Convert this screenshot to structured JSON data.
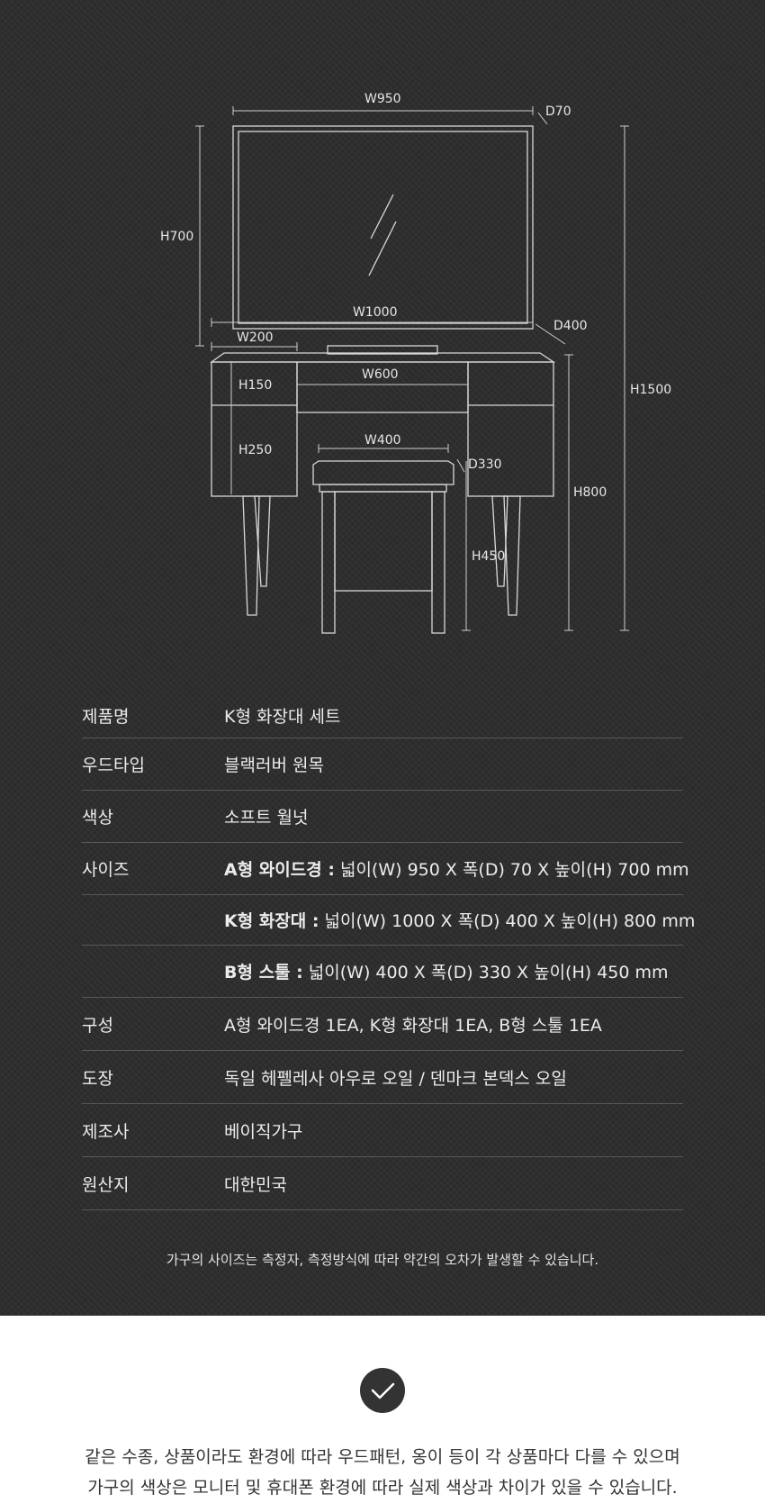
{
  "dimensions": {
    "w950": "W950",
    "d70": "D70",
    "h700": "H700",
    "h1500": "H1500",
    "w1000": "W1000",
    "d400": "D400",
    "w200": "W200",
    "w600": "W600",
    "h150": "H150",
    "h250": "H250",
    "w400": "W400",
    "d330": "D330",
    "h800": "H800",
    "h450": "H450"
  },
  "spec": {
    "rows": [
      {
        "label": "제품명",
        "value": "K형 화장대 세트"
      },
      {
        "label": "우드타입",
        "value": "블랙러버 원목"
      },
      {
        "label": "색상",
        "value": "소프트 월넛"
      },
      {
        "label": "사이즈",
        "bold": "A형 와이드경 :",
        "value": " 넓이(W) 950 X 폭(D) 70 X 높이(H) 700 mm"
      },
      {
        "label": "",
        "bold": "K형 화장대 :",
        "value": " 넓이(W) 1000 X 폭(D) 400 X 높이(H) 800 mm"
      },
      {
        "label": "",
        "bold": "B형 스툴 :",
        "value": " 넓이(W) 400 X 폭(D) 330 X 높이(H) 450 mm"
      },
      {
        "label": "구성",
        "value": "A형 와이드경 1EA, K형 화장대 1EA, B형 스툴 1EA"
      },
      {
        "label": "도장",
        "value": "독일 헤펠레사 아우로 오일 / 덴마크 본덱스 오일"
      },
      {
        "label": "제조사",
        "value": "베이직가구"
      },
      {
        "label": "원산지",
        "value": "대한민국"
      }
    ]
  },
  "note": "가구의 사이즈는 측정자, 측정방식에 따라 약간의 오차가 발생할 수 있습니다.",
  "bottom": {
    "line1": "같은 수종, 상품이라도 환경에 따라 우드패턴, 옹이 등이 각 상품마다 다를 수 있으며",
    "line2": "가구의 색상은 모니터 및 휴대폰 환경에 따라 실제 색상과 차이가 있을 수 있습니다."
  },
  "colors": {
    "background_dark": "#2e2e2e",
    "text_light": "#ececec",
    "divider": "#585858",
    "text_dark": "#333333"
  }
}
